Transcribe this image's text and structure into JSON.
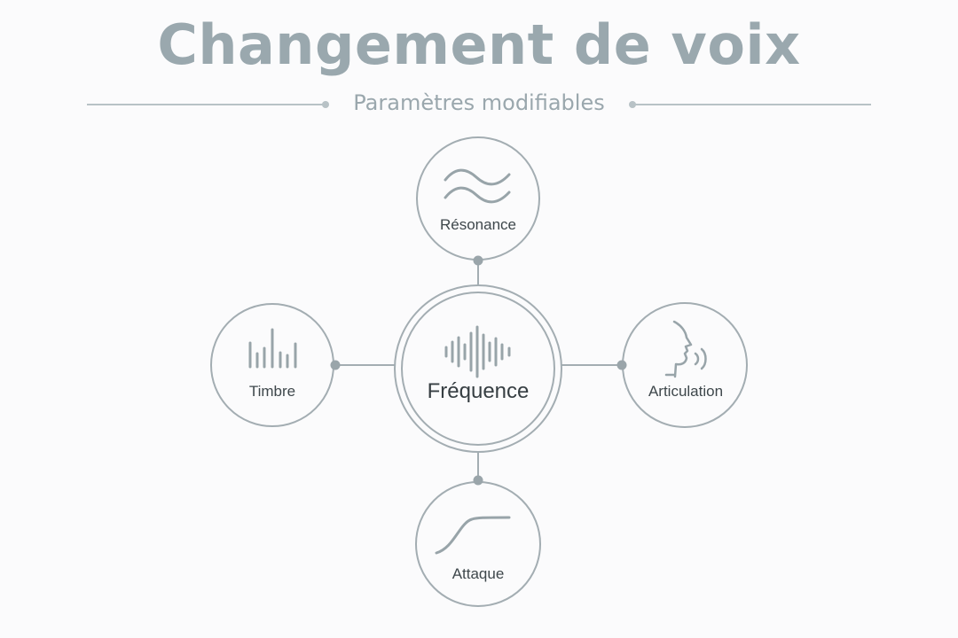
{
  "title": "Changement de voix",
  "subtitle": "Paramètres modifiables",
  "center": {
    "label": "Fréquence",
    "icon": "waveform-icon"
  },
  "nodes": {
    "top": {
      "label": "Résonance",
      "icon": "double-wave-icon"
    },
    "left": {
      "label": "Timbre",
      "icon": "bar-levels-icon"
    },
    "right": {
      "label": "Articulation",
      "icon": "speaking-face-icon"
    },
    "bottom": {
      "label": "Attaque",
      "icon": "s-curve-icon"
    }
  },
  "colors": {
    "stroke": "#a3adb2",
    "dot": "#9aa5aa",
    "title": "#9aa8ae",
    "text": "#3e474b",
    "background": "#fbfbfc"
  }
}
